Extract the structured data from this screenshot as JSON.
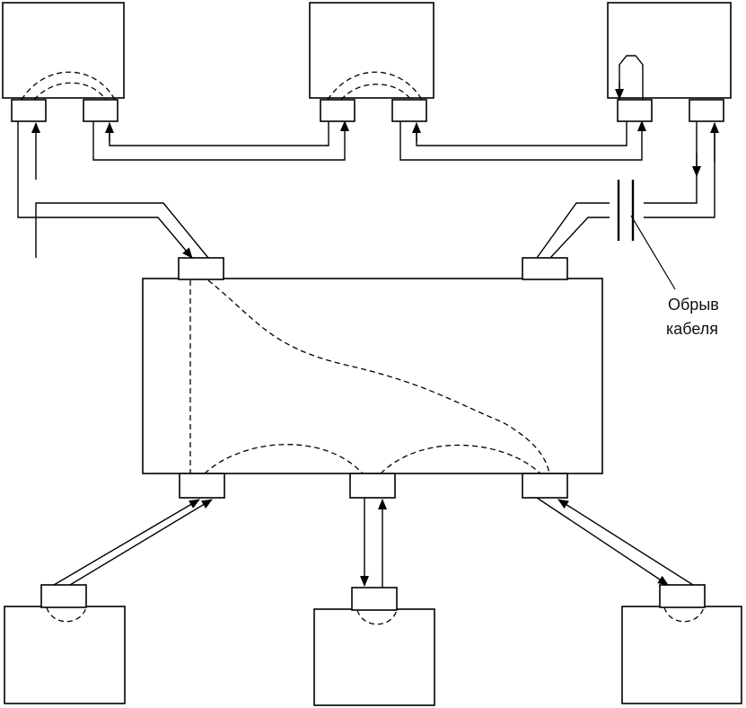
{
  "cable_break": {
    "line1": "Обрыв",
    "line2": "кабеля"
  },
  "colors": {
    "stroke": "#000000",
    "fill": "#ffffff",
    "text": "#111111"
  },
  "icons": {
    "arrow": "filled-triangle-arrowhead",
    "cable_break": "double-vertical-bar-gap"
  }
}
